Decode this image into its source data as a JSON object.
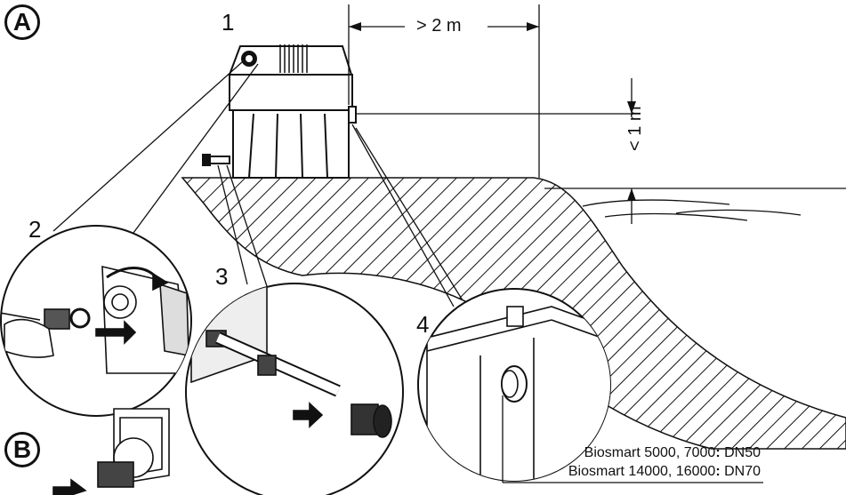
{
  "badges": {
    "a": "A",
    "b": "B"
  },
  "steps": {
    "s1": "1",
    "s2": "2",
    "s3": "3",
    "s4": "4"
  },
  "dimensions": {
    "horizontal": "> 2 m",
    "vertical": "< 1 m"
  },
  "spec": {
    "line1_model": "Biosmart 5000, 7000",
    "line1_value": "DN50",
    "line2_model": "Biosmart 14000, 16000",
    "line2_value": "DN70",
    "separator": ":"
  }
}
